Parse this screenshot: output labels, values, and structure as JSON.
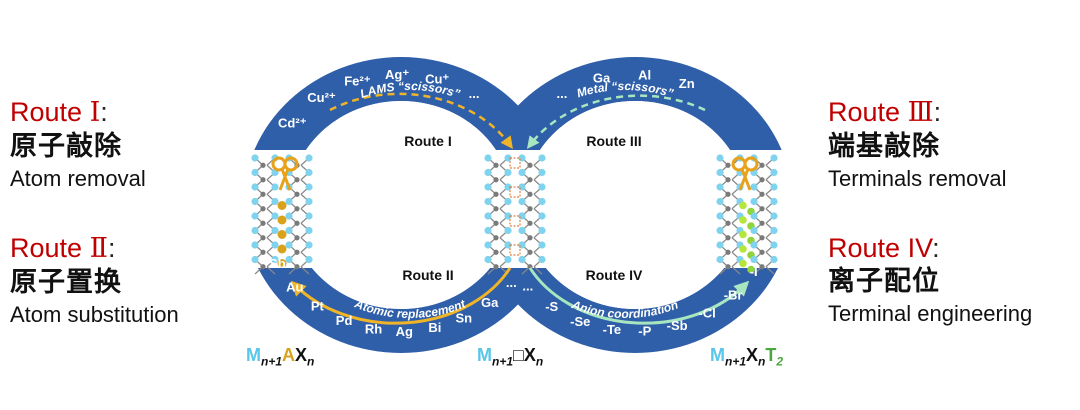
{
  "left": {
    "route1": {
      "label": "Route",
      "numeral": "Ⅰ",
      "colon": ":",
      "cn": "原子敲除",
      "en": "Atom removal"
    },
    "route2": {
      "label": "Route",
      "numeral": "Ⅱ",
      "colon": ":",
      "cn": "原子置换",
      "en": "Atom substitution"
    }
  },
  "right": {
    "route3": {
      "label": "Route",
      "numeral": "Ⅲ",
      "colon": ":",
      "cn": "端基敲除",
      "en": "Terminals removal"
    },
    "route4": {
      "label": "Route",
      "numeral": "IV",
      "colon": ":",
      "cn": "离子配位",
      "en": "Terminal engineering"
    }
  },
  "diagram": {
    "inner": {
      "r1": "Route I",
      "r2": "Route II",
      "r3": "Route III",
      "r4": "Route IV"
    },
    "arcs": {
      "tl": "LAMS “scissors”",
      "tr": "Metal “scissors”",
      "bl": "Atomic replacement",
      "br": "Anion coordination"
    },
    "ions_top_left": [
      "Cd²⁺",
      "Cu²⁺",
      "Fe²⁺",
      "Ag⁺",
      "Cu⁺",
      "..."
    ],
    "ions_top_right": [
      "...",
      "Ga",
      "Al",
      "Zn"
    ],
    "ions_bottom_left": [
      "Sb",
      "Au",
      "Pt",
      "Pd",
      "Rh",
      "Ag",
      "Bi",
      "Sn",
      "Ga",
      "..."
    ],
    "ions_bottom_right": [
      "...",
      "-S",
      "-Se",
      "-Te",
      "-P",
      "-Sb",
      "-Cl",
      "-Br",
      "-I"
    ]
  },
  "formulas": {
    "left": {
      "M": "M",
      "msub": "n+1",
      "A": "A",
      "X": "X",
      "xsub": "n"
    },
    "mid": {
      "M": "M",
      "msub": "n+1",
      "box": "□",
      "X": "X",
      "xsub": "n"
    },
    "right": {
      "M": "M",
      "msub": "n+1",
      "X": "X",
      "xsub": "n",
      "T": "T",
      "tsub": "2"
    }
  },
  "colors": {
    "route_red": "#c00000",
    "band_blue": "#2f5fa8",
    "band_dark": "#1f4b91",
    "cyan_M": "#58c6e8",
    "gold_A": "#d9a21b",
    "green_T": "#49a83c",
    "arrow_gold": "#f0b429",
    "arrow_green": "#a8e6c0"
  }
}
